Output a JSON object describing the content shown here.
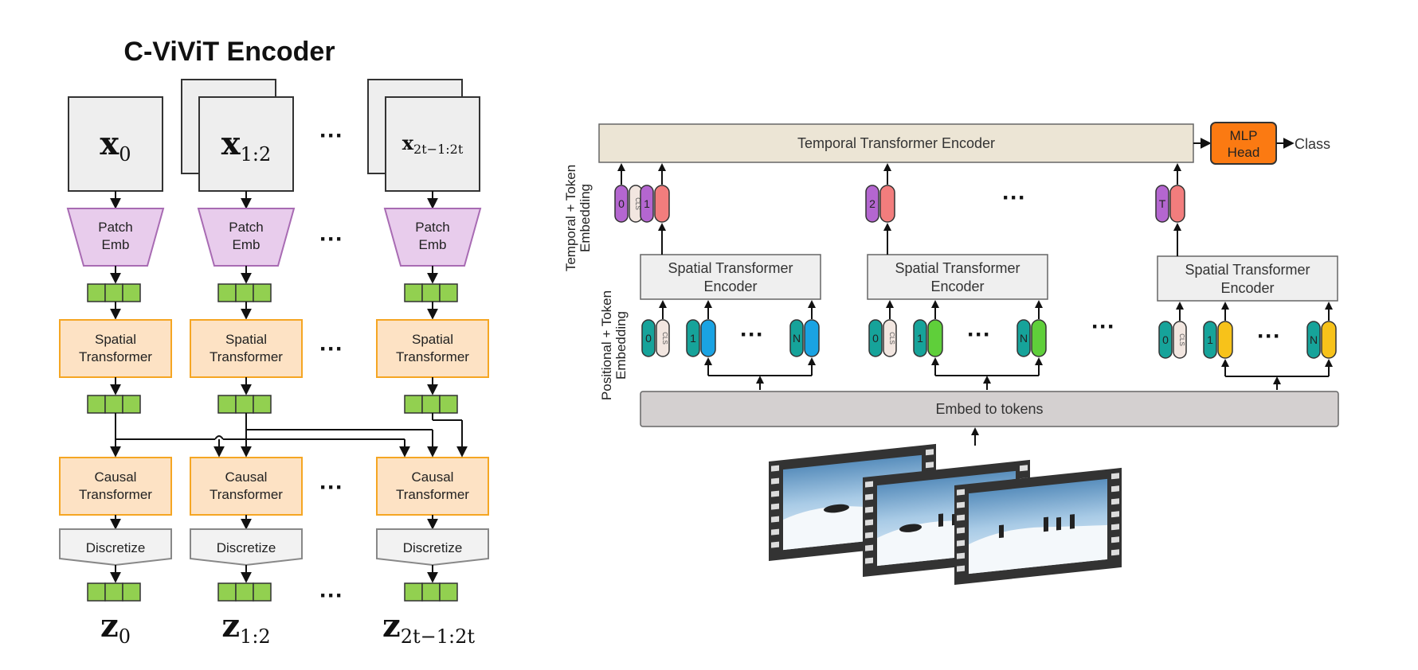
{
  "left": {
    "title": "C-ViViT Encoder",
    "inputs": [
      {
        "main": "x",
        "sub": "0"
      },
      {
        "main": "x",
        "sub": "1:2"
      },
      {
        "main": "x",
        "sub": "2t−1:2t"
      }
    ],
    "outputs": [
      {
        "main": "z",
        "sub": "0"
      },
      {
        "main": "z",
        "sub": "1:2"
      },
      {
        "main": "z",
        "sub": "2t−1:2t"
      }
    ],
    "patch_emb": [
      "Patch",
      "Emb"
    ],
    "spatial": [
      "Spatial",
      "Transformer"
    ],
    "causal": [
      "Causal",
      "Transformer"
    ],
    "discretize": "Discretize",
    "ellipsis": "···"
  },
  "right": {
    "temporal_encoder": "Temporal Transformer Encoder",
    "mlp_head": [
      "MLP",
      "Head"
    ],
    "class_label": "Class",
    "temporal_embedding_label": [
      "Temporal + Token",
      "Embedding"
    ],
    "positional_embedding_label": [
      "Positional + Token",
      "Embedding"
    ],
    "spatial_encoder": [
      "Spatial Transformer",
      "Encoder"
    ],
    "embed_tokens": "Embed to tokens",
    "cls": "CLS",
    "temporal_tokens": [
      "0",
      "1",
      "2",
      "T"
    ],
    "spatial_tokens": [
      "0",
      "1",
      "N"
    ],
    "ellipsis": "···"
  },
  "colors": {
    "input_box": "#eeeeee",
    "patch_emb": "#e8ccec",
    "patch_emb_stroke": "#a86bb3",
    "token_green": "#92d050",
    "transformer_fill": "#fde2c4",
    "transformer_stroke": "#f5a623",
    "discretize": "#f2f2f2",
    "temporal_fill": "#ece5d5",
    "spatial_fill": "#efefef",
    "embed_fill": "#d4d0d0",
    "mlp_fill": "#fb7a12",
    "teal": "#16a39a",
    "purple": "#b466d0",
    "salmon": "#f27d7d",
    "blue": "#1aa3e3",
    "lime": "#5fcf3a",
    "yellow": "#f7c21a",
    "cls_fill": "#f2e6e0"
  }
}
